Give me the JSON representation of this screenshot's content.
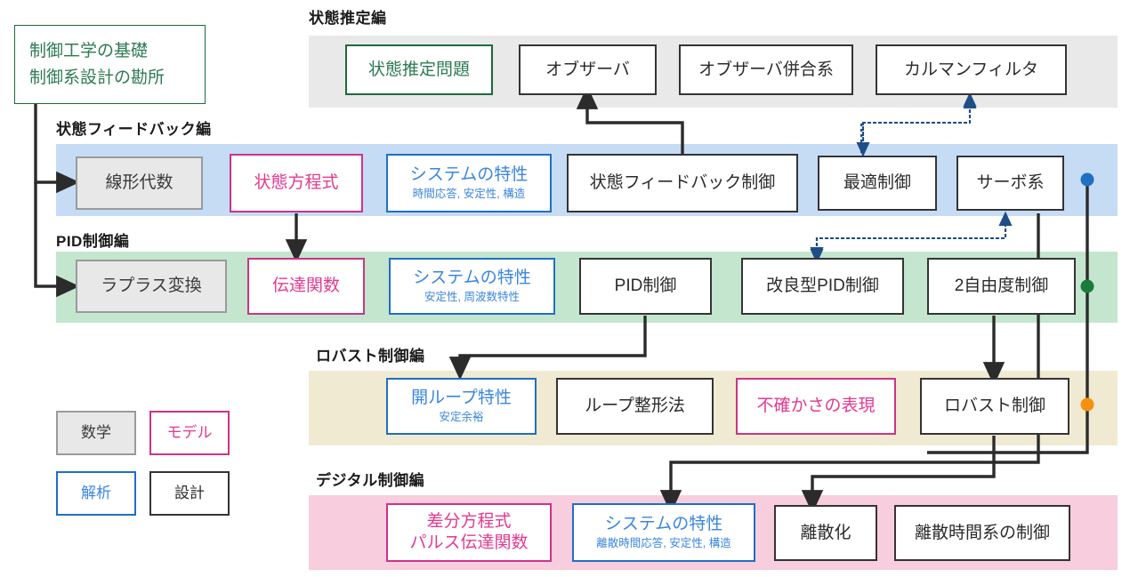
{
  "root_box": {
    "line1": "制御工学の基礎",
    "line2": "制御系設計の勘所",
    "color": "#2d7a52"
  },
  "legend": {
    "items": [
      {
        "label": "数学",
        "kind": "math",
        "color": "#3a3a3a"
      },
      {
        "label": "モデル",
        "kind": "model",
        "color": "#e23a90"
      },
      {
        "label": "解析",
        "kind": "analysis",
        "color": "#3b86dd"
      },
      {
        "label": "設計",
        "kind": "design",
        "color": "#2b2b2b"
      }
    ]
  },
  "bands": [
    {
      "id": "state-estimation",
      "label": "状態推定編",
      "fill": "#e9e9e9"
    },
    {
      "id": "state-feedback",
      "label": "状態フィードバック編",
      "fill": "#c6dcf5"
    },
    {
      "id": "pid",
      "label": "PID制御編",
      "fill": "#c4e6cf"
    },
    {
      "id": "robust",
      "label": "ロバスト制御編",
      "fill": "#f0ead2"
    },
    {
      "id": "digital",
      "label": "デジタル制御編",
      "fill": "#f8cddd"
    }
  ],
  "nodes": {
    "state_estimation_problem": {
      "title": "状態推定問題",
      "sub": "",
      "kind": "basis"
    },
    "observer": {
      "title": "オブザーバ",
      "sub": "",
      "kind": "design"
    },
    "observer_combined": {
      "title": "オブザーバ併合系",
      "sub": "",
      "kind": "design"
    },
    "kalman_filter": {
      "title": "カルマンフィルタ",
      "sub": "",
      "kind": "design"
    },
    "linear_algebra": {
      "title": "線形代数",
      "sub": "",
      "kind": "math"
    },
    "state_equation": {
      "title": "状態方程式",
      "sub": "",
      "kind": "model"
    },
    "system_char_sf": {
      "title": "システムの特性",
      "sub": "時間応答, 安定性, 構造",
      "kind": "analysis"
    },
    "state_feedback_control": {
      "title": "状態フィードバック制御",
      "sub": "",
      "kind": "design"
    },
    "optimal_control": {
      "title": "最適制御",
      "sub": "",
      "kind": "design"
    },
    "servo_system": {
      "title": "サーボ系",
      "sub": "",
      "kind": "design"
    },
    "laplace_transform": {
      "title": "ラプラス変換",
      "sub": "",
      "kind": "math"
    },
    "transfer_function": {
      "title": "伝達関数",
      "sub": "",
      "kind": "model"
    },
    "system_char_pid": {
      "title": "システムの特性",
      "sub": "安定性, 周波数特性",
      "kind": "analysis"
    },
    "pid_control": {
      "title": "PID制御",
      "sub": "",
      "kind": "design"
    },
    "improved_pid_control": {
      "title": "改良型PID制御",
      "sub": "",
      "kind": "design"
    },
    "two_dof_control": {
      "title": "2自由度制御",
      "sub": "",
      "kind": "design"
    },
    "open_loop_char": {
      "title": "開ループ特性",
      "sub": "安定余裕",
      "kind": "analysis"
    },
    "loop_shaping": {
      "title": "ループ整形法",
      "sub": "",
      "kind": "design"
    },
    "uncertainty_repr": {
      "title": "不確かさの表現",
      "sub": "",
      "kind": "model"
    },
    "robust_control": {
      "title": "ロバスト制御",
      "sub": "",
      "kind": "design"
    },
    "difference_equation": {
      "title": "差分方程式",
      "sub": "パルス伝達関数",
      "kind": "model"
    },
    "system_char_digital": {
      "title": "システムの特性",
      "sub": "離散時間応答, 安定性, 構造",
      "kind": "analysis"
    },
    "discretization": {
      "title": "離散化",
      "sub": "",
      "kind": "design"
    },
    "discrete_time_control": {
      "title": "離散時間系の制御",
      "sub": "",
      "kind": "design"
    }
  },
  "markers": [
    {
      "name": "blue-dot",
      "color": "#1f6fc4"
    },
    {
      "name": "green-dot",
      "color": "#1c7a3c"
    },
    {
      "name": "orange-dot",
      "color": "#f59111"
    }
  ],
  "palette": {
    "wire": "#2b2b2b",
    "dashed_wire": "#1f4e86",
    "band_state_estimation": "#e9e9e9",
    "band_state_feedback": "#c6dcf5",
    "band_pid": "#c4e6cf",
    "band_robust": "#f0ead2",
    "band_digital": "#f8cddd"
  }
}
